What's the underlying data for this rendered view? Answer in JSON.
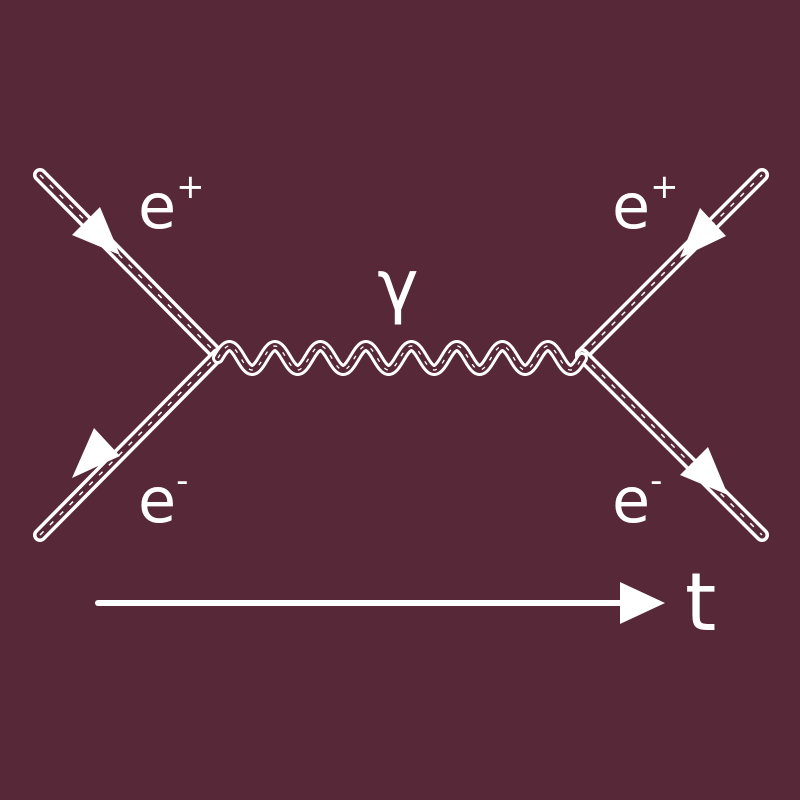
{
  "background_color": "#572837",
  "line_color": "#ffffff",
  "particles": {
    "top_left": {
      "symbol": "e",
      "charge": "+"
    },
    "bottom_left": {
      "symbol": "e",
      "charge": "-"
    },
    "top_right": {
      "symbol": "e",
      "charge": "+"
    },
    "bottom_right": {
      "symbol": "e",
      "charge": "-"
    },
    "photon": "γ"
  },
  "time_axis_label": "t"
}
